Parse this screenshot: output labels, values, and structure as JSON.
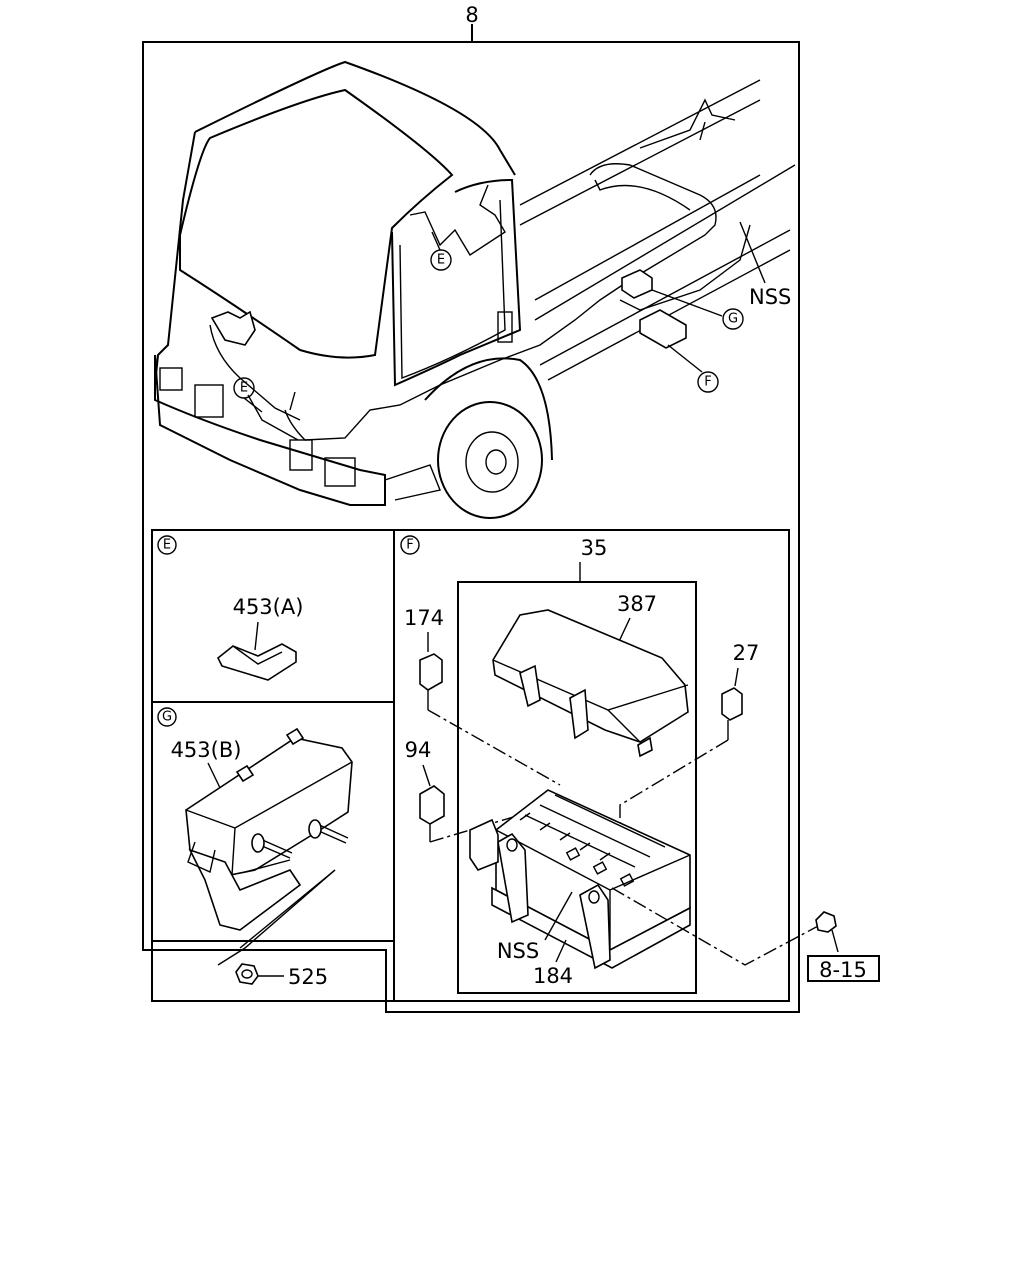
{
  "assembly_no": "8",
  "callouts": {
    "detail_e_top": "E",
    "detail_e_bottom": "E",
    "detail_g": "G",
    "detail_f": "F",
    "nss_main": "NSS"
  },
  "panel_e": {
    "tag": "E",
    "part": "453(A)"
  },
  "panel_g": {
    "tag": "G",
    "part": "453(B)"
  },
  "panel_f": {
    "tag": "F",
    "parts": {
      "fuse_box_assy": "35",
      "cover": "387",
      "relay_small": "174",
      "fuse": "27",
      "relay": "94",
      "nss": "NSS",
      "box_base": "184"
    }
  },
  "nut": "525",
  "bolt_ref": "8-15"
}
